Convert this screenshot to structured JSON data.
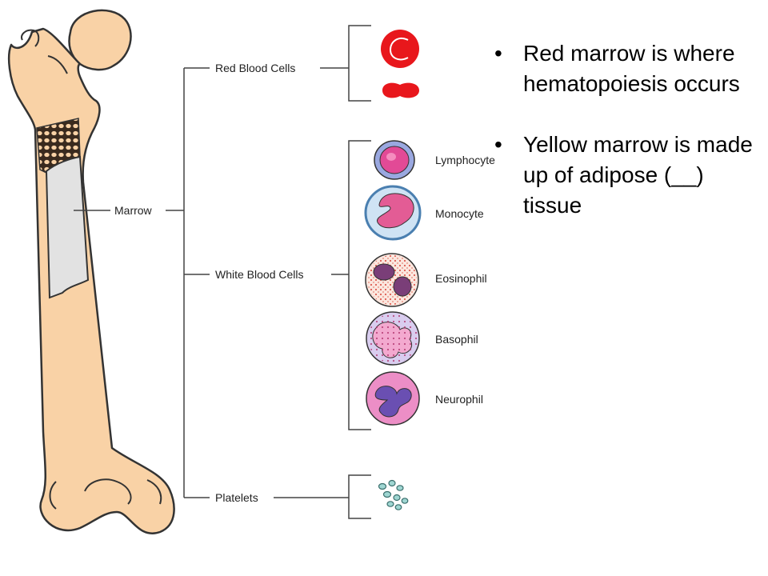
{
  "labels": {
    "marrow": "Marrow",
    "red_blood_cells": "Red Blood Cells",
    "white_blood_cells": "White Blood Cells",
    "platelets": "Platelets"
  },
  "wbc_types": [
    "Lymphocyte",
    "Monocyte",
    "Eosinophil",
    "Basophil",
    "Neurophil"
  ],
  "bullets": [
    "Red marrow is where hematopoiesis occurs",
    "Yellow marrow is made up of adipose (__) tissue"
  ],
  "colors": {
    "bone": "#F9D2A6",
    "outline": "#333333",
    "marrow": "#E2E2E2",
    "rbc": "#E8171C",
    "line": "#444444"
  }
}
